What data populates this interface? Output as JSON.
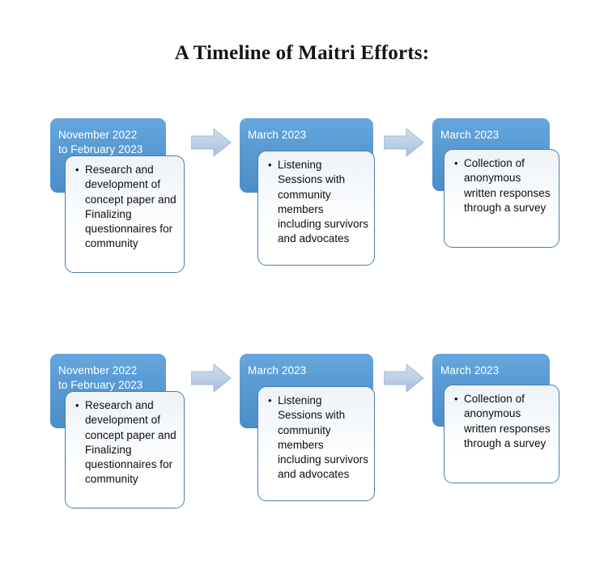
{
  "document": {
    "title": "A Timeline of Maitri Efforts:",
    "background_color": "#ffffff"
  },
  "theme": {
    "header_blue": "#5b9bd5",
    "header_blue_light": "#66a7db",
    "header_blue_dark": "#4a8ec7",
    "card_border": "#4a7ea8",
    "card_fill": "#ffffff",
    "arrow_fill": "#bdd0e5",
    "arrow_border": "#9fb9d6",
    "text_dark": "#0d0d0d",
    "text_on_blue": "#ffffff"
  },
  "timeline": {
    "rows": [
      {
        "row_name": "timeline-row-top",
        "stages": [
          {
            "header": "November 2022\nto February 2023",
            "bullets": [
              "Research and development of concept paper and Finalizing questionnaires for community"
            ]
          },
          {
            "header": "March 2023",
            "bullets": [
              "Listening Sessions with community members including survivors and advocates"
            ]
          },
          {
            "header": "March 2023",
            "bullets": [
              "Collection of anonymous written responses through a survey"
            ]
          }
        ],
        "arrows": [
          "arrow-right-icon",
          "arrow-right-icon"
        ]
      },
      {
        "row_name": "timeline-row-bottom",
        "stages": [
          {
            "header": "November 2022\nto February 2023",
            "bullets": [
              "Research and development of concept paper and Finalizing questionnaires for community"
            ]
          },
          {
            "header": "March 2023",
            "bullets": [
              "Listening Sessions with community members including survivors and advocates"
            ]
          },
          {
            "header": "March 2023",
            "bullets": [
              "Collection of anonymous written responses through a survey"
            ]
          }
        ],
        "arrows": [
          "arrow-right-icon",
          "arrow-right-icon"
        ]
      }
    ]
  }
}
